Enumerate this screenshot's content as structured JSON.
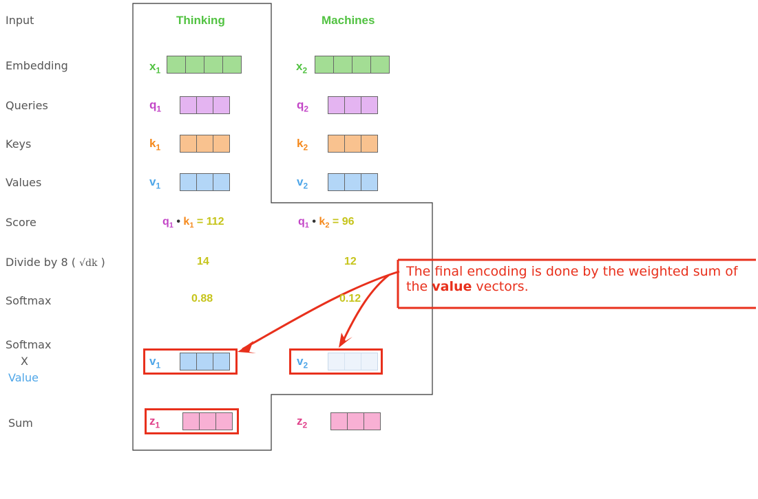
{
  "row_labels": {
    "input": "Input",
    "embedding": "Embedding",
    "queries": "Queries",
    "keys": "Keys",
    "values": "Values",
    "score": "Score",
    "divide": "Divide by 8 (",
    "divide_formula": "√dk",
    "divide_close": ")",
    "softmax": "Softmax",
    "softmax_x_value_1": "Softmax",
    "softmax_x_value_2": "X",
    "softmax_x_value_3": "Value",
    "sum": "Sum"
  },
  "words": {
    "word1": "Thinking",
    "word2": "Machines"
  },
  "vectors": {
    "x1": "x",
    "x1_sub": "1",
    "x2": "x",
    "x2_sub": "2",
    "q1": "q",
    "q1_sub": "1",
    "q2": "q",
    "q2_sub": "2",
    "k1": "k",
    "k1_sub": "1",
    "k2": "k",
    "k2_sub": "2",
    "v1": "v",
    "v1_sub": "1",
    "v2": "v",
    "v2_sub": "2",
    "wv1": "v",
    "wv1_sub": "1",
    "wv2": "v",
    "wv2_sub": "2",
    "z1": "z",
    "z1_sub": "1",
    "z2": "z",
    "z2_sub": "2"
  },
  "scores": {
    "s1_q": "q",
    "s1_q_sub": "1",
    "s1_dot": "•",
    "s1_k": "k",
    "s1_k_sub": "1",
    "s1_val": "= 112",
    "s2_q": "q",
    "s2_q_sub": "1",
    "s2_dot": "•",
    "s2_k": "k",
    "s2_k_sub": "2",
    "s2_val": "= 96"
  },
  "divided": {
    "d1": "14",
    "d2": "12"
  },
  "softmax": {
    "sm1": "0.88",
    "sm2": "0.12"
  },
  "annotation": {
    "text_before": "The final encoding is done by the weighted sum of the ",
    "text_bold": "value",
    "text_after": " vectors."
  },
  "colors": {
    "green": "#52c242",
    "purple": "#c346c7",
    "orange": "#f5891c",
    "blue": "#4ea6e8",
    "olive": "#c6c41b",
    "pink": "#e0408a",
    "red": "#e8301c",
    "embed_fill": "#a3dd94",
    "query_fill": "#e4b4f1",
    "key_fill": "#f9c28f",
    "value_fill": "#b3d6f7",
    "value_faint": "#edf3fb",
    "z_fill": "#f8b0d4"
  }
}
